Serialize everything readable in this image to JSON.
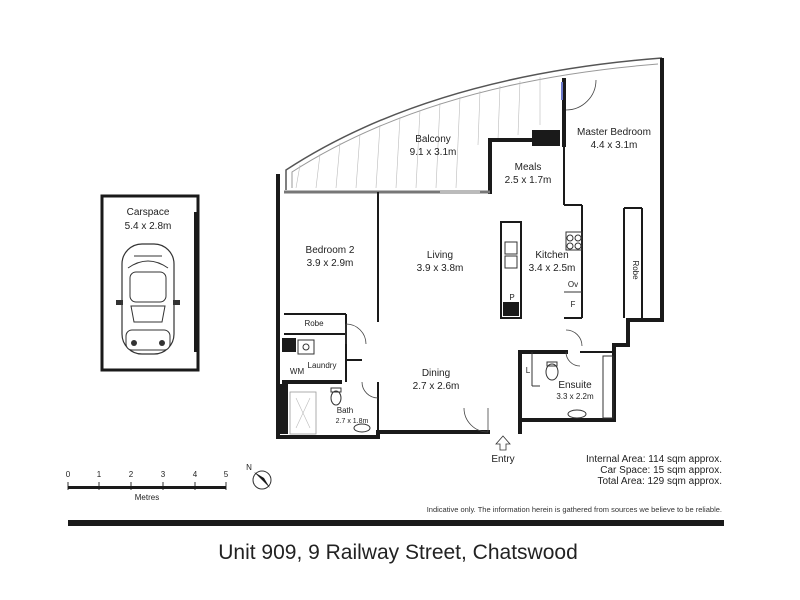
{
  "rooms": {
    "carspace": {
      "name": "Carspace",
      "dims": "5.4 x 2.8m"
    },
    "balcony": {
      "name": "Balcony",
      "dims": "9.1 x 3.1m"
    },
    "master_bedroom": {
      "name": "Master Bedroom",
      "dims": "4.4 x 3.1m"
    },
    "meals": {
      "name": "Meals",
      "dims": "2.5 x 1.7m"
    },
    "bedroom2": {
      "name": "Bedroom 2",
      "dims": "3.9 x 2.9m"
    },
    "living": {
      "name": "Living",
      "dims": "3.9 x 3.8m"
    },
    "kitchen": {
      "name": "Kitchen",
      "dims": "3.4 x 2.5m"
    },
    "dining": {
      "name": "Dining",
      "dims": "2.7 x 2.6m"
    },
    "ensuite": {
      "name": "Ensuite",
      "dims": "3.3 x 2.2m"
    },
    "bath": {
      "name": "Bath",
      "dims": "2.7 x 1.8m"
    },
    "robe_bed2": {
      "name": "Robe"
    },
    "robe_master": {
      "name": "Robe"
    },
    "laundry": {
      "name": "Laundry"
    },
    "wm": {
      "name": "WM"
    },
    "linen": {
      "name": "L"
    },
    "oven": {
      "name": "Ov"
    },
    "fridge": {
      "name": "F"
    },
    "pantry": {
      "name": "P"
    },
    "entry": {
      "name": "Entry"
    }
  },
  "areas": {
    "internal": "Internal Area: 114 sqm approx.",
    "car": "Car Space: 15 sqm approx.",
    "total": "Total Area: 129 sqm approx."
  },
  "scale": {
    "ticks": [
      "0",
      "1",
      "2",
      "3",
      "4",
      "5"
    ],
    "label": "Metres"
  },
  "compass": {
    "label": "N"
  },
  "disclaimer": "Indicative only. The information herein is gathered from sources we believe to be reliable.",
  "address": "Unit 909, 9 Railway Street, Chatswood"
}
